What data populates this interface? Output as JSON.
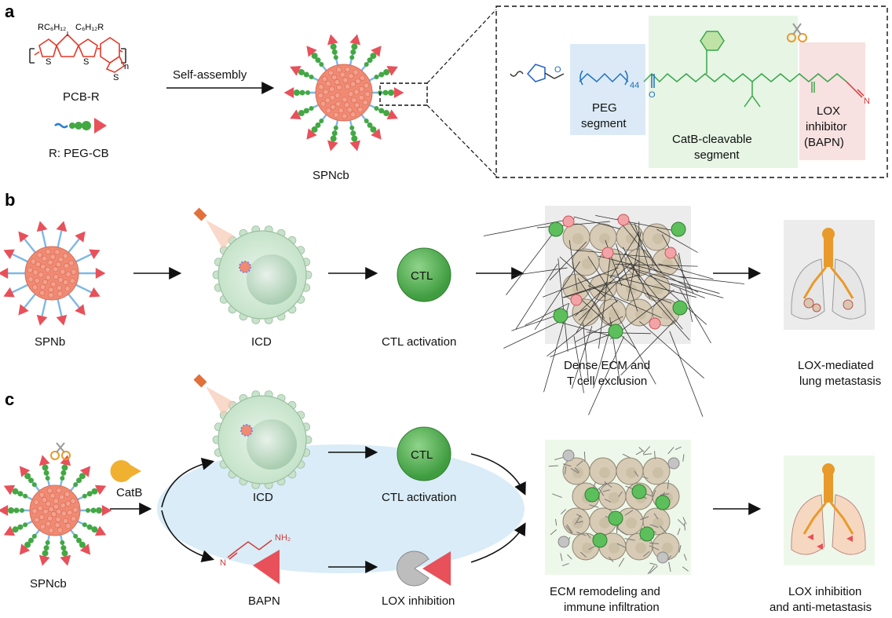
{
  "panels": {
    "a": "a",
    "b": "b",
    "c": "c"
  },
  "panel_a": {
    "monomer_label": "PCB-R",
    "r_group_label": "R: PEG-CB",
    "arrow_label": "Self-assembly",
    "nanoparticle_label": "SPNcb",
    "substituent_left": "RC₆H₁₂",
    "substituent_right": "C₆H₁₂R",
    "repeat_n": "n",
    "peg_repeat": "44",
    "peg_segment": [
      "PEG",
      "segment"
    ],
    "catb_segment": [
      "CatB-cleavable",
      "segment"
    ],
    "lox_segment": [
      "LOX",
      "inhibitor",
      "(BAPN)"
    ]
  },
  "panel_b": {
    "nanoparticle_label": "SPNb",
    "icd_label": "ICD",
    "ctl_cell_text": "CTL",
    "ctl_label": "CTL activation",
    "ecm_label": [
      "Dense ECM and",
      "T cell exclusion"
    ],
    "lung_label": [
      "LOX-mediated",
      "lung metastasis"
    ]
  },
  "panel_c": {
    "nanoparticle_label": "SPNcb",
    "enzyme_label": "CatB",
    "icd_label": "ICD",
    "ctl_cell_text": "CTL",
    "ctl_label": "CTL activation",
    "bapn_label": "BAPN",
    "lox_label": "LOX inhibition",
    "ecm_label": [
      "ECM remodeling and",
      "immune infiltration"
    ],
    "lung_label": [
      "LOX inhibition",
      "and anti-metastasis"
    ]
  },
  "colors": {
    "nanoparticle": "#f08a72",
    "triangle": "#e8505a",
    "peg_blue": "#7fb8e6",
    "peg_text": "#1f6fbf",
    "catb_green": "#3aa64a",
    "lox_red": "#d23a3a",
    "cell_green": "#c9e6cc",
    "ctl_green": "#4cae4c",
    "ellipse_blue": "#d9ecf7",
    "lung_orange": "#e89a2a"
  }
}
